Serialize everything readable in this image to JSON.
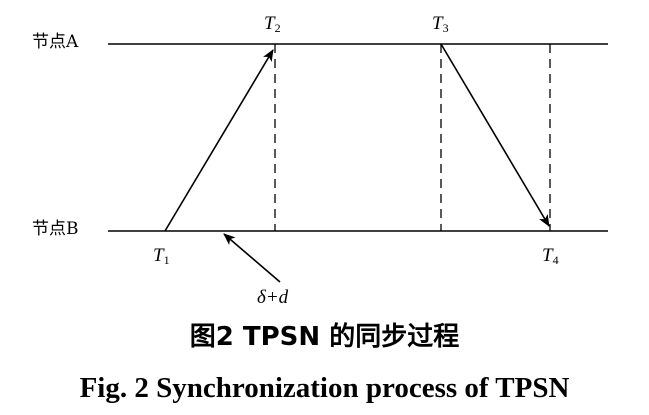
{
  "nodes": {
    "a_label": "节点A",
    "b_label": "节点B"
  },
  "timestamps": {
    "t1": {
      "main": "T",
      "sub": "1"
    },
    "t2": {
      "main": "T",
      "sub": "2"
    },
    "t3": {
      "main": "T",
      "sub": "3"
    },
    "t4": {
      "main": "T",
      "sub": "4"
    }
  },
  "delay_label": "δ+d",
  "caption": {
    "cn": "图2  TPSN 的同步过程",
    "en": "Fig. 2  Synchronization process of TPSN"
  },
  "colors": {
    "ink": "#000000",
    "background": "#ffffff"
  }
}
